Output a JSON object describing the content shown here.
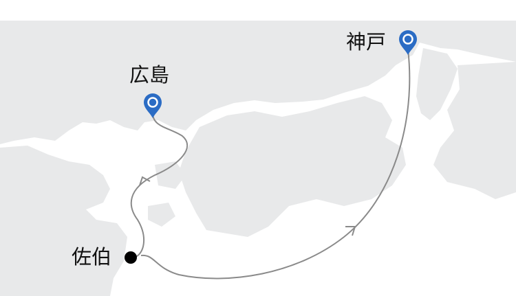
{
  "places": [
    {
      "id": "kobe",
      "label": "神戸",
      "marker": "pin-icon"
    },
    {
      "id": "hiroshima",
      "label": "広島",
      "marker": "pin-icon"
    },
    {
      "id": "saiki",
      "label": "佐伯",
      "marker": "dot-icon"
    }
  ],
  "colors": {
    "land": "#e8e9ea",
    "sea": "#ffffff",
    "pin": "#2b6cc4",
    "route": "#8a8a8a",
    "dot": "#000000"
  }
}
